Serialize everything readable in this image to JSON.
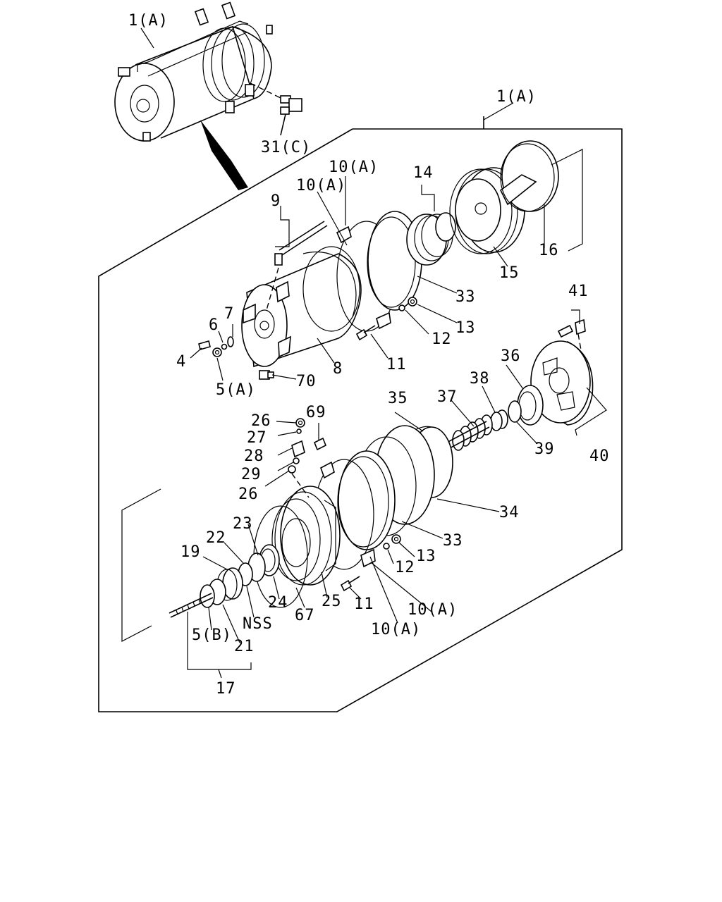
{
  "labels": {
    "assy_top": "1(A)",
    "assy_frame": "1(A)",
    "p31c": "31(C)",
    "p10a_1": "10(A)",
    "p10a_2": "10(A)",
    "p10a_3": "10(A)",
    "p10a_4": "10(A)",
    "p9": "9",
    "p14": "14",
    "p16": "16",
    "p15": "15",
    "p33a": "33",
    "p33b": "33",
    "p7": "7",
    "p6": "6",
    "p4": "4",
    "p5a": "5(A)",
    "p70": "70",
    "p8": "8",
    "p11a": "11",
    "p11b": "11",
    "p12a": "12",
    "p12b": "12",
    "p13a": "13",
    "p13b": "13",
    "p41": "41",
    "p36": "36",
    "p38": "38",
    "p37": "37",
    "p35": "35",
    "p39": "39",
    "p40": "40",
    "p26a": "26",
    "p26b": "26",
    "p27": "27",
    "p28": "28",
    "p29": "29",
    "p69": "69",
    "p34": "34",
    "p23": "23",
    "p22": "22",
    "p19": "19",
    "p24": "24",
    "p25": "25",
    "p67": "67",
    "nss": "NSS",
    "p5b": "5(B)",
    "p21": "21",
    "p17": "17"
  }
}
